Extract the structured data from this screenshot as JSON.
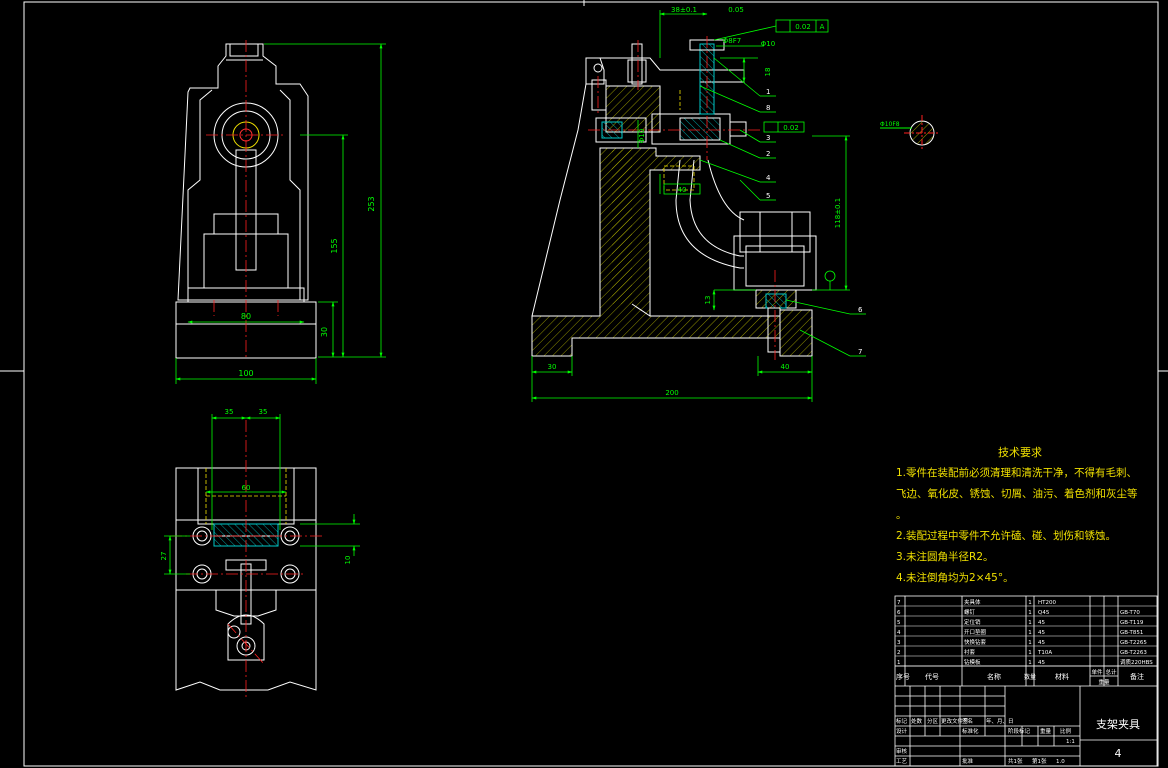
{
  "colors": {
    "background": "#000000",
    "outline": "#ffffff",
    "dimension": "#00ff00",
    "centerline": "#ff2020",
    "hatch": "#00c8c8",
    "notes": "#f0e000",
    "hidden": "#f0e000"
  },
  "front_view": {
    "dims": {
      "overall_height": "253",
      "mid_height": "155",
      "base_height": "30",
      "inner_width": "80",
      "overall_width": "100"
    }
  },
  "section_view": {
    "dims": {
      "top_offset": "38±0.1",
      "top_tol": "0.05",
      "gdt_value": "0.02",
      "gdt_datum": "A",
      "bore1": "Φ8F7",
      "bore2": "Φ10",
      "dim_18": "18",
      "right_height": "118±0.1",
      "base_step": "13",
      "left_base": "30",
      "right_base": "40",
      "overall_width": "200",
      "parallel_tol": "0.02",
      "detail_label": "Φ10F8",
      "small_dim": "40"
    },
    "balloons": [
      "1",
      "8",
      "3",
      "2",
      "4",
      "5",
      "6",
      "7"
    ]
  },
  "top_view": {
    "dims": {
      "left_half": "35",
      "right_half": "35",
      "center": "60",
      "height_left": "27",
      "height_right": "10"
    }
  },
  "technical_requirements": {
    "title": "技术要求",
    "lines": [
      "1.零件在装配前必须清理和清洗干净，不得有毛刺、",
      "飞边、氧化皮、锈蚀、切屑、油污、着色剂和灰尘等",
      "。",
      "2.装配过程中零件不允许磕、碰、划伤和锈蚀。",
      "3.未注圆角半径R2。",
      "4.未注倒角均为2×45°。"
    ]
  },
  "parts_list": {
    "rows": [
      {
        "no": "7",
        "name": "夹具体",
        "qty": "1",
        "material": "HT200",
        "note": ""
      },
      {
        "no": "6",
        "name": "螺钉",
        "qty": "1",
        "material": "Q45",
        "note": "GB-T70"
      },
      {
        "no": "5",
        "name": "定位销",
        "qty": "1",
        "material": "45",
        "note": "GB-T119"
      },
      {
        "no": "4",
        "name": "开口垫圈",
        "qty": "1",
        "material": "45",
        "note": "GB-T851"
      },
      {
        "no": "3",
        "name": "快换钻套",
        "qty": "1",
        "material": "45",
        "note": "GB-T2265"
      },
      {
        "no": "2",
        "name": "衬套",
        "qty": "1",
        "material": "T10A",
        "note": "GB-T2263"
      },
      {
        "no": "1",
        "name": "钻模板",
        "qty": "1",
        "material": "45",
        "note": "调质220HBS"
      }
    ],
    "header": {
      "seq": "序号",
      "code": "代号",
      "name": "名称",
      "qty": "数量",
      "material": "材料",
      "unit_weight": "单件",
      "total_weight": "总计",
      "weight": "重量",
      "note": "备注"
    }
  },
  "title_block": {
    "drawing_title": "支架夹具",
    "drawing_number": "4",
    "scale": "1:1",
    "labels": {
      "mark": "标记",
      "count": "处数",
      "zone": "分区",
      "change_doc": "更改文件号",
      "sign": "签名",
      "date": "年、月、日",
      "design": "设计",
      "standardize": "标准化",
      "stage_mark": "阶段标记",
      "weight": "重量",
      "scale": "比例",
      "review": "审核",
      "process": "工艺",
      "approve": "批准",
      "sheets": "共1张",
      "sheet": "第1张",
      "version": "1.0"
    }
  }
}
